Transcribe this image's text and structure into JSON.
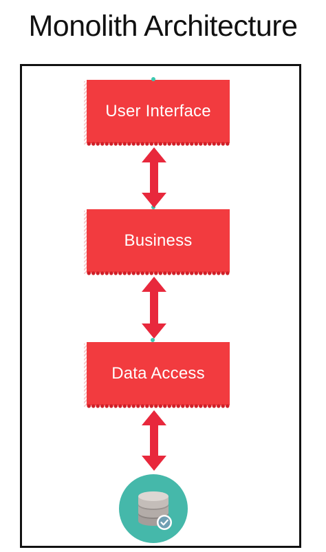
{
  "diagram": {
    "title": "Monolith Architecture",
    "layers": [
      {
        "label": "User Interface"
      },
      {
        "label": "Business"
      },
      {
        "label": "Data Access"
      }
    ],
    "colors": {
      "layer_fill": "#f23b3f",
      "layer_beads": "#d01f27",
      "arrow": "#e8283c",
      "connector": "#3cc8b0",
      "database_badge": "#45b8aa",
      "frame": "#111111"
    },
    "icons": {
      "database": "database-icon",
      "check": "check-icon"
    }
  }
}
